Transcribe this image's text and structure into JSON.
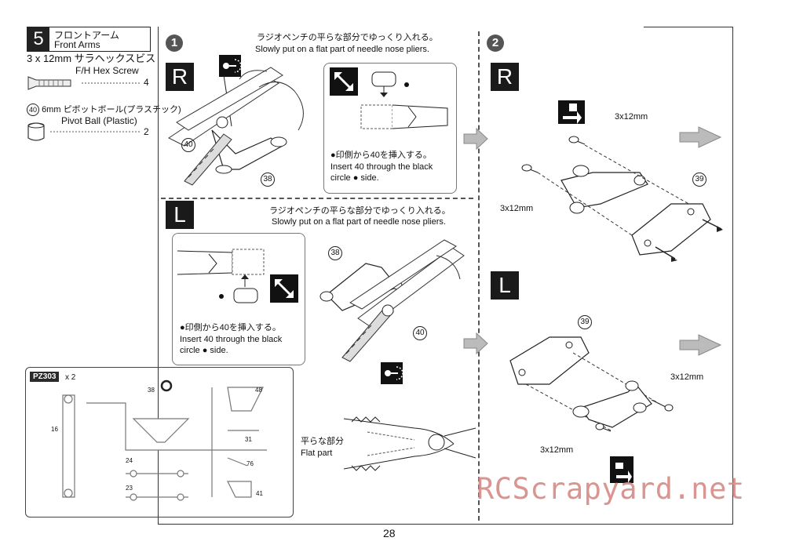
{
  "step": {
    "number": "5",
    "title_jp": "フロントアーム",
    "title_en": "Front Arms"
  },
  "parts": [
    {
      "jp": "3 x 12mm サラヘックスビス",
      "en": "F/H Hex Screw",
      "qty": "4"
    },
    {
      "num": "40",
      "jp": "6mm ピボットボール(プラスチック)",
      "en": "Pivot Ball (Plastic)",
      "qty": "2"
    }
  ],
  "stage1": {
    "number": "1",
    "right": {
      "letter": "R",
      "instr_jp": "ラジオペンチの平らな部分でゆっくり入れる。",
      "instr_en": "Slowly put on a flat part of needle nose pliers.",
      "callout_jp": "●印側から40を挿入する。",
      "callout_en1": "Insert 40 through the black",
      "callout_en2": "circle ● side.",
      "part_a": "40",
      "part_b": "38"
    },
    "left": {
      "letter": "L",
      "instr_jp": "ラジオペンチの平らな部分でゆっくり入れる。",
      "instr_en": "Slowly put on a flat part of needle nose pliers.",
      "callout_jp": "●印側から40を挿入する。",
      "callout_en1": "Insert 40 through the black",
      "callout_en2": "circle ● side.",
      "part_a": "38",
      "part_b": "40"
    }
  },
  "stage2": {
    "number": "2",
    "right": {
      "letter": "R",
      "screw1": "3x12mm",
      "screw2": "3x12mm",
      "part": "39"
    },
    "left": {
      "letter": "L",
      "screw1": "3x12mm",
      "screw2": "3x12mm",
      "part": "39"
    }
  },
  "sprue": {
    "code": "PZ303",
    "count": "x 2",
    "labels": [
      "16",
      "38",
      "48",
      "24",
      "23",
      "31",
      "76",
      "41"
    ]
  },
  "pliers": {
    "label_jp": "平らな部分",
    "label_en": "Flat part"
  },
  "page_number": "28",
  "watermark": "RCScrapyard.net"
}
